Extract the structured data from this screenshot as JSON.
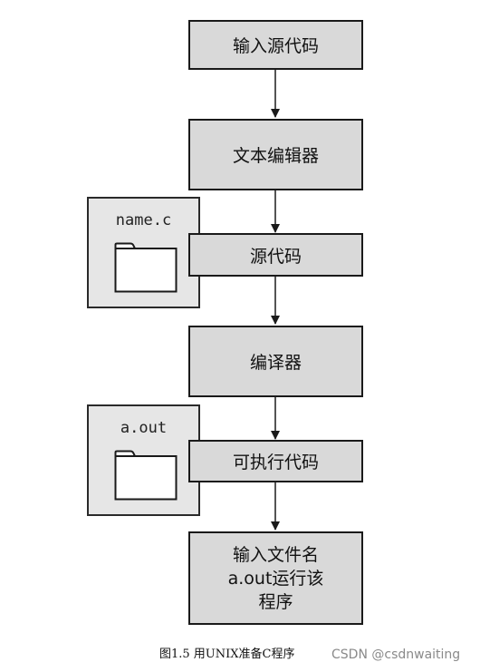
{
  "flowchart": {
    "steps": [
      "输入源代码",
      "文本编辑器",
      "源代码",
      "编译器",
      "可执行代码",
      "输入文件名\na.out运行该\n程序"
    ],
    "files": [
      {
        "label": "name.c",
        "icon": "folder-icon"
      },
      {
        "label": "a.out",
        "icon": "folder-icon"
      }
    ]
  },
  "caption": "图1.5 用UNIX准备C程序",
  "watermark": "CSDN @csdnwaiting",
  "colors": {
    "box_fill": "#d9d9d9",
    "file_fill": "#e6e6e6",
    "stroke": "#1a1a1a"
  }
}
